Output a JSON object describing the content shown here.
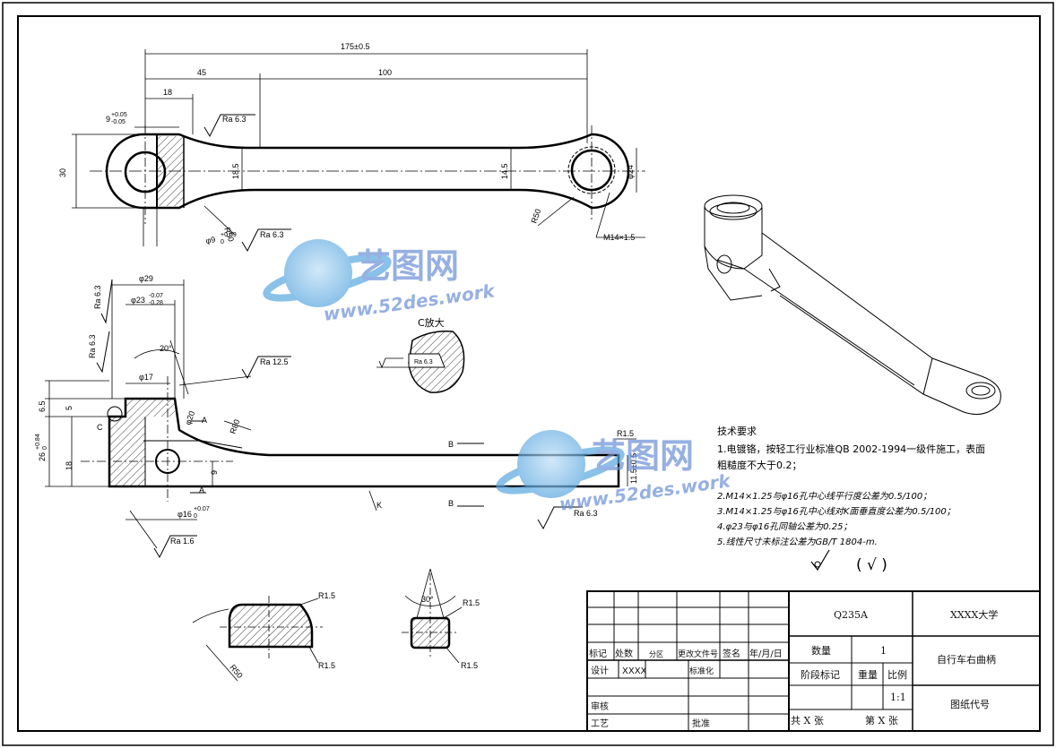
{
  "drawing": {
    "dimensions": {
      "overall_length": "175±0.5",
      "d45": "45",
      "d100": "100",
      "d18": "18",
      "tol9": "9",
      "tol9_up": "+0.05",
      "tol9_low": "-0.05",
      "d30": "30",
      "d18_5": "18.5",
      "d14_5": "14.5",
      "phi24": "φ24",
      "r50_left": "R50",
      "r50_right": "R50",
      "m14": "M14×1.5",
      "phi9": "φ9",
      "phi9_tol": "+0.09",
      "phi9_tol2": "0",
      "ra_a": "Ra 6.3",
      "ra_b": "Ra 6.3",
      "phi29": "φ29",
      "phi23": "φ23",
      "phi23_up": "-0.07",
      "phi23_low": "-0.28",
      "ra_c": "Ra 6.3",
      "ra_d": "Ra 6.3",
      "angle20": "20°",
      "phi17": "φ17",
      "ra_e": "Ra 12.5",
      "r6_5": "6.5",
      "r5": "5",
      "r18": "18",
      "r26": "26",
      "r26_up": "+0.84",
      "r26_low": "0",
      "label_c": "C",
      "phi20": "φ20",
      "label_a1": "A",
      "label_a2": "A",
      "r80": "R80",
      "d9": "9",
      "phi16": "φ16",
      "phi16_up": "+0.07",
      "phi16_low": "0",
      "ra_f": "Ra 1.6",
      "label_k": "K",
      "label_b1": "B",
      "label_b2": "B",
      "r1_5_a": "R1.5",
      "d11_5": "11.5±0.5",
      "ra_g": "Ra 6.3",
      "c_enlarge": "C放大",
      "ra_tiny": "Ra 6.3",
      "sec1_r1": "R1.5",
      "sec1_r2": "R1.5",
      "sec1_r50": "R50",
      "sec2_angle": "30°",
      "sec2_r1": "R1.5",
      "sec2_r2": "R1.5"
    },
    "tech_req": {
      "title": "技术要求",
      "line1": "1.电镀铬，按轻工行业标准QB 2002-1994一级件施工，表面",
      "line1b": "粗糙度不大于0.2；",
      "line2": "2.M14×1.25与φ16孔中心线平行度公差为0.5/100；",
      "line3": "3.M14×1.25与φ16孔中心线对K面垂直度公差为0.5/100；",
      "line4": "4.φ23与φ16孔同轴公差为0.25；",
      "line5": "5.线性尺寸未标注公差为GB/T 1804-m."
    },
    "roughness_other": "( √ )"
  },
  "watermark": {
    "brand": "艺图网",
    "url": "www.52des.work"
  },
  "title_block": {
    "material": "Q235A",
    "school": "XXXX大学",
    "part_name": "自行车右曲柄",
    "drawing_no": "图纸代号",
    "qty_label": "数量",
    "qty_value": "1",
    "stage_label": "阶段标记",
    "weight_label": "重量",
    "scale_label": "比例",
    "scale_value": "1:1",
    "total_label": "共  X  张",
    "sheet_label": "第  X  张",
    "rev_headers": [
      "标记",
      "处数",
      "分区",
      "更改文件号",
      "签名",
      "年/月/日"
    ],
    "design_label": "设计",
    "design_value": "XXXX",
    "std_label": "标准化",
    "review_label": "审核",
    "craft_label": "工艺",
    "approve_label": "批准"
  }
}
